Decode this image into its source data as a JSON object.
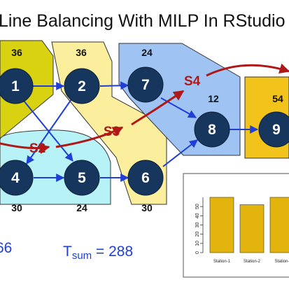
{
  "title": "Line Balancing With MILP In RStudio",
  "nodes": [
    {
      "id": "1",
      "time": "36"
    },
    {
      "id": "2",
      "time": "36"
    },
    {
      "id": "7",
      "time": "24"
    },
    {
      "id": "8",
      "time": "12"
    },
    {
      "id": "9",
      "time": "54"
    },
    {
      "id": "4",
      "time": "30"
    },
    {
      "id": "5",
      "time": "24"
    },
    {
      "id": "6",
      "time": "30"
    }
  ],
  "stations": [
    "S2",
    "S3",
    "S4"
  ],
  "footer": {
    "left_value": "66",
    "tsum_prefix": "T",
    "tsum_sub": "sum",
    "tsum_value": " = 288"
  },
  "colors": {
    "node": "#17365d",
    "arrow": "#1f3fd6",
    "station_arrow": "#b01818",
    "station1": "#d9d211",
    "station2": "#fbef9e",
    "station3": "#9fc4f4",
    "station_cyan": "#b6f2f6",
    "station4": "#f2c31a",
    "bar": "#e3b40d"
  },
  "chart_data": {
    "type": "bar",
    "categories": [
      "Station-1",
      "Station-2",
      "Station-"
    ],
    "values": [
      60,
      52,
      60
    ],
    "ylim": [
      0,
      60
    ],
    "yticks": [
      "0",
      "10",
      "20",
      "30",
      "40",
      "50"
    ],
    "xlabel": "",
    "ylabel": "",
    "grid": false
  }
}
